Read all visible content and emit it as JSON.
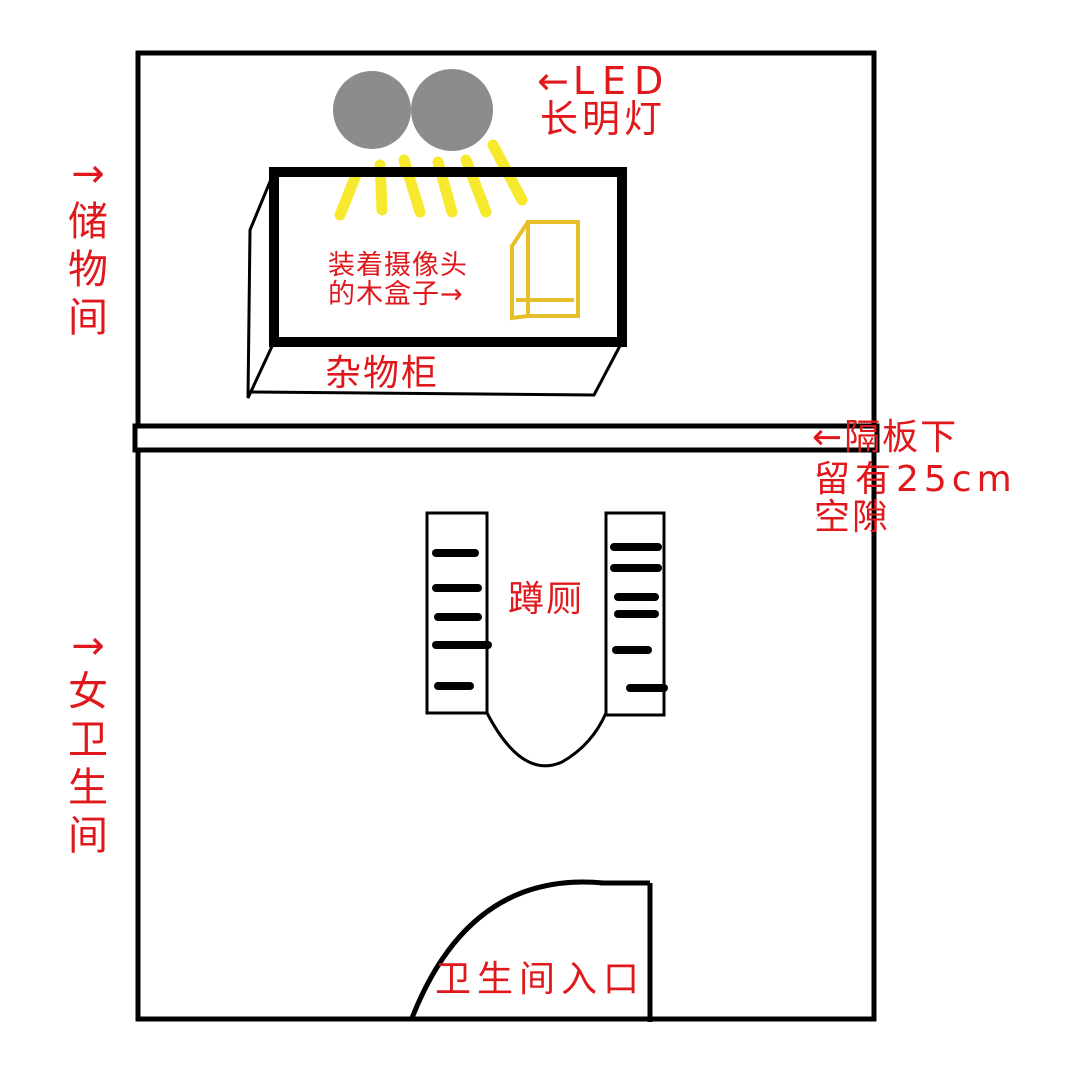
{
  "colors": {
    "label": "#e0181b",
    "line": "#000000",
    "lamp": "#8c8c8c",
    "light_beam": "#f7ea2e",
    "camera_box": "#e6c02a"
  },
  "labels": {
    "led_arrow": "←",
    "led_line1": "LED",
    "led_line2": "长明灯",
    "storage_arrow": "→",
    "storage_room": "储物间",
    "camera_box_line1": "装着摄像头",
    "camera_box_line2": "的木盒子→",
    "cabinet": "杂物柜",
    "partition_arrow": "←",
    "partition_line1": "隔板下",
    "partition_line2": "留有25cm",
    "partition_line3": "空隙",
    "toilet": "蹲厕",
    "restroom_arrow": "→",
    "womens_restroom": "女卫生间",
    "entrance": "卫生间入口"
  }
}
